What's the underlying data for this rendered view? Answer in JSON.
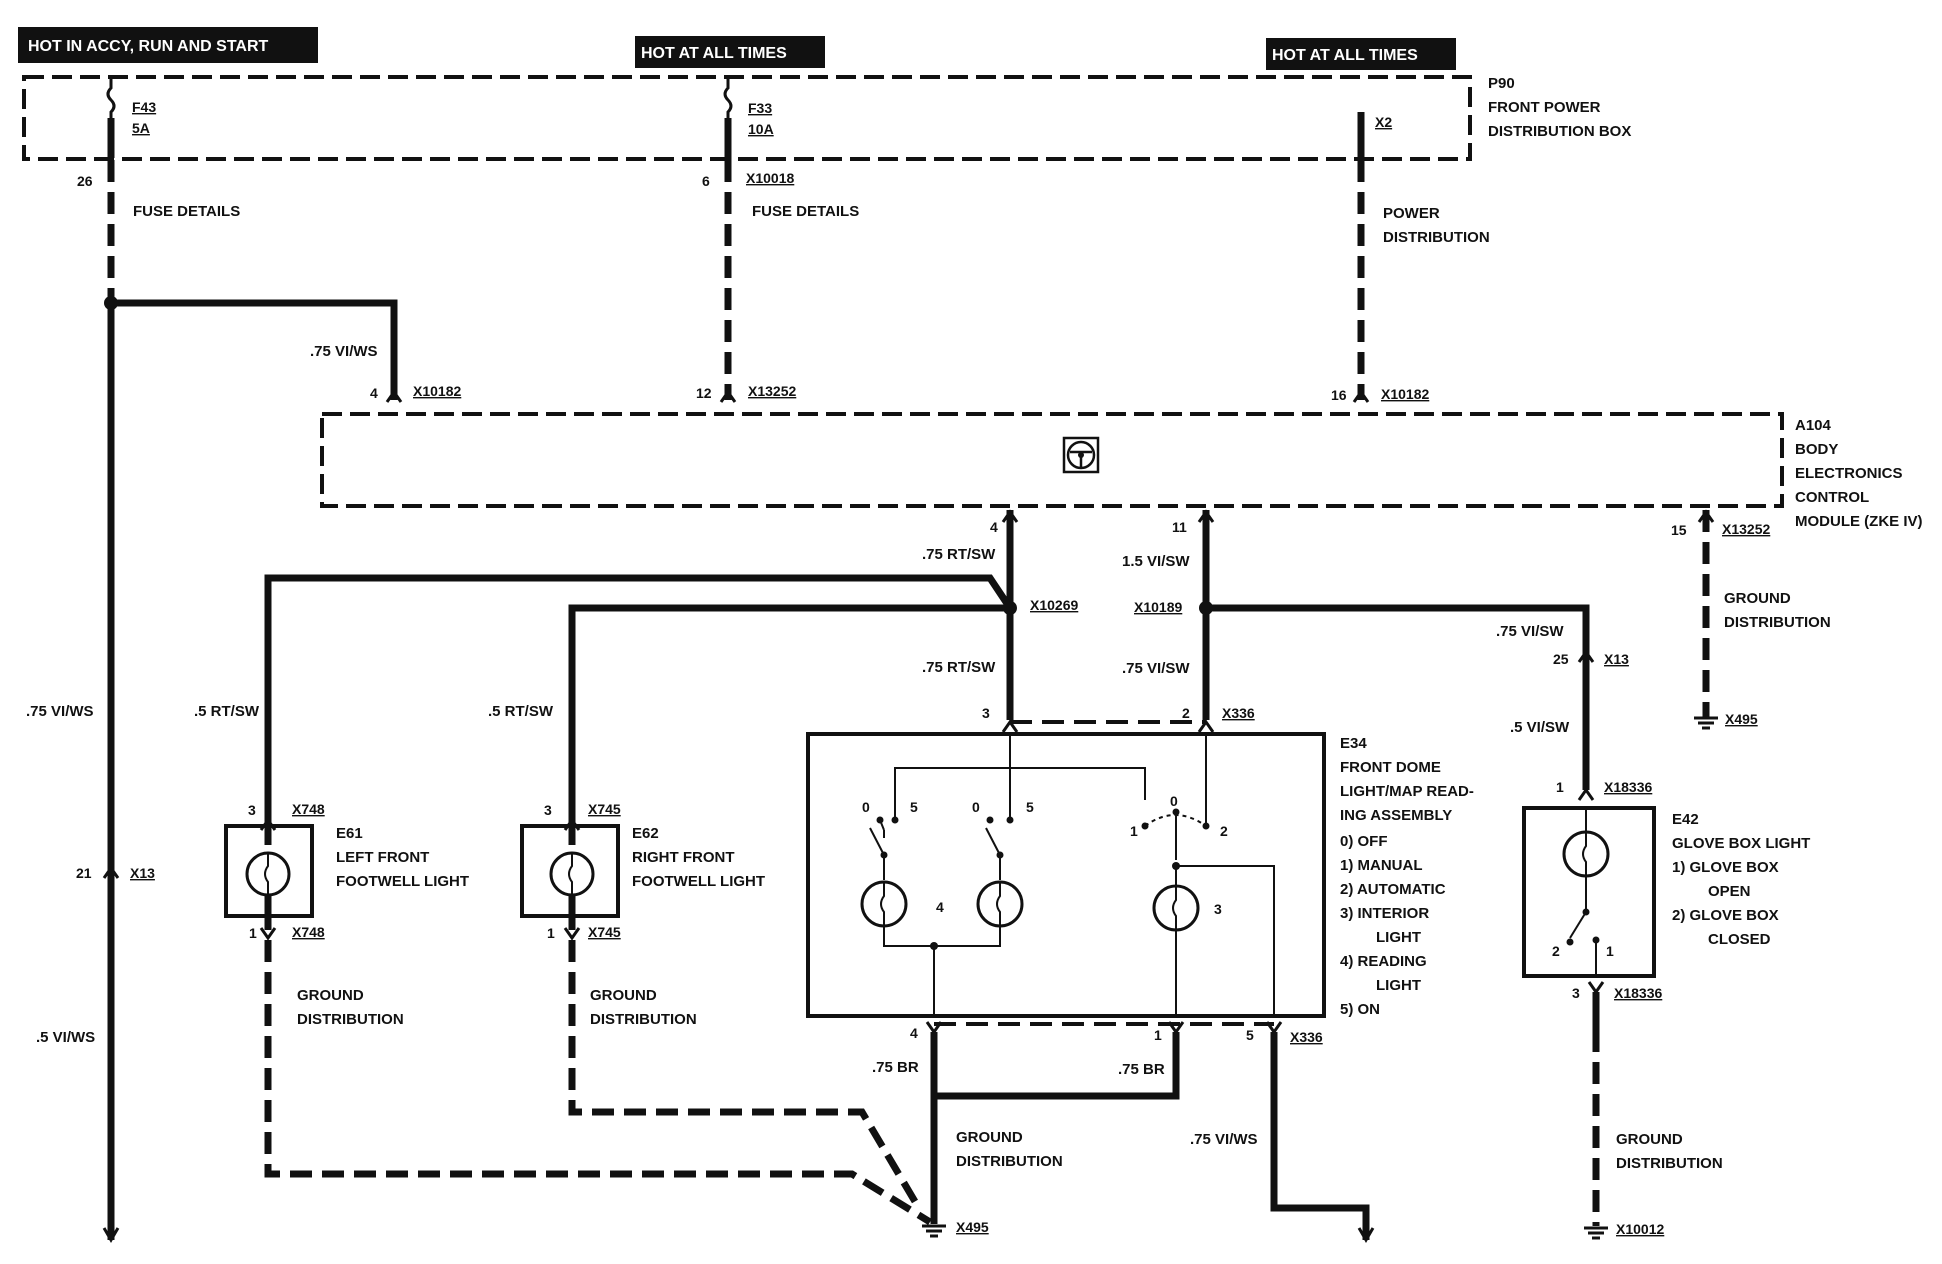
{
  "headers": {
    "hot_accy": "HOT IN ACCY, RUN AND START",
    "hot_all_1": "HOT AT ALL TIMES",
    "hot_all_2": "HOT AT ALL TIMES"
  },
  "p90": {
    "id": "P90",
    "name_1": "FRONT POWER",
    "name_2": "DISTRIBUTION BOX",
    "f43": "F43",
    "f43_rating": "5A",
    "f33": "F33",
    "f33_rating": "10A",
    "x2": "X2"
  },
  "upper": {
    "pin_26": "26",
    "fuse_details_1": "FUSE DETAILS",
    "pin_6": "6",
    "x10018": "X10018",
    "fuse_details_2": "FUSE DETAILS",
    "power_dist_1": "POWER",
    "power_dist_2": "DISTRIBUTION",
    "wire_75viws_top": ".75 VI/WS",
    "pin_4a": "4",
    "x10182a": "X10182",
    "pin_12": "12",
    "x13252a": "X13252",
    "pin_16": "16",
    "x10182b": "X10182"
  },
  "a104": {
    "id": "A104",
    "name_1": "BODY",
    "name_2": "ELECTRONICS",
    "name_3": "CONTROL",
    "name_4": "MODULE (ZKE IV)",
    "pin_4": "4",
    "pin_11": "11",
    "pin_15": "15",
    "x13252": "X13252"
  },
  "mid": {
    "w75rtsw_a": ".75 RT/SW",
    "w15visw": "1.5 VI/SW",
    "x10269": "X10269",
    "x10189": "X10189",
    "w75rtsw_b": ".75 RT/SW",
    "w75visw_b": ".75 VI/SW",
    "w75visw_c": ".75 VI/SW",
    "w5rtsw_a": ".5 RT/SW",
    "w5rtsw_b": ".5 RT/SW",
    "w75viws_left": ".75 VI/WS",
    "w5visw": ".5 VI/SW",
    "pin_25": "25",
    "x13": "X13",
    "ground_dist_1": "GROUND",
    "ground_dist_2": "DISTRIBUTION",
    "x495_top": "X495",
    "pin_21": "21",
    "x13_left": "X13",
    "w5viws_left": ".5 VI/WS"
  },
  "e61": {
    "id": "E61",
    "name_1": "LEFT FRONT",
    "name_2": "FOOTWELL LIGHT",
    "pin_3": "3",
    "x748_top": "X748",
    "pin_1": "1",
    "x748_bot": "X748",
    "gd_1": "GROUND",
    "gd_2": "DISTRIBUTION"
  },
  "e62": {
    "id": "E62",
    "name_1": "RIGHT FRONT",
    "name_2": "FOOTWELL LIGHT",
    "pin_3": "3",
    "x745_top": "X745",
    "pin_1": "1",
    "x745_bot": "X745",
    "gd_1": "GROUND",
    "gd_2": "DISTRIBUTION"
  },
  "e34": {
    "id": "E34",
    "name_1": "FRONT DOME",
    "name_2": "LIGHT/MAP READ-",
    "name_3": "ING ASSEMBLY",
    "opt_0": "0)   OFF",
    "opt_1": "1)   MANUAL",
    "opt_2": "2)   AUTOMATIC",
    "opt_3a": "3)   INTERIOR",
    "opt_3b": "LIGHT",
    "opt_4a": "4)   READING",
    "opt_4b": "LIGHT",
    "opt_5": "5)   ON",
    "pin_3": "3",
    "pin_2": "2",
    "x336_top": "X336",
    "sw1_0": "0",
    "sw1_5": "5",
    "sw2_0": "0",
    "sw2_5": "5",
    "sw3_0": "0",
    "sw3_1": "1",
    "sw3_2": "2",
    "bulb_4": "4",
    "bulb_3": "3",
    "pin_4": "4",
    "pin_1": "1",
    "pin_5": "5",
    "x336_bot": "X336",
    "w75br_a": ".75 BR",
    "w75br_b": ".75 BR",
    "gd_1": "GROUND",
    "gd_2": "DISTRIBUTION",
    "w75viws": ".75 VI/WS",
    "x495": "X495"
  },
  "e42": {
    "id": "E42",
    "name_1": "GLOVE BOX LIGHT",
    "opt_1a": "1)   GLOVE BOX",
    "opt_1b": "OPEN",
    "opt_2a": "2)   GLOVE BOX",
    "opt_2b": "CLOSED",
    "pin_1": "1",
    "x18336_top": "X18336",
    "sw_2": "2",
    "sw_1": "1",
    "pin_3": "3",
    "x18336_bot": "X18336",
    "gd_1": "GROUND",
    "gd_2": "DISTRIBUTION",
    "x10012": "X10012"
  }
}
